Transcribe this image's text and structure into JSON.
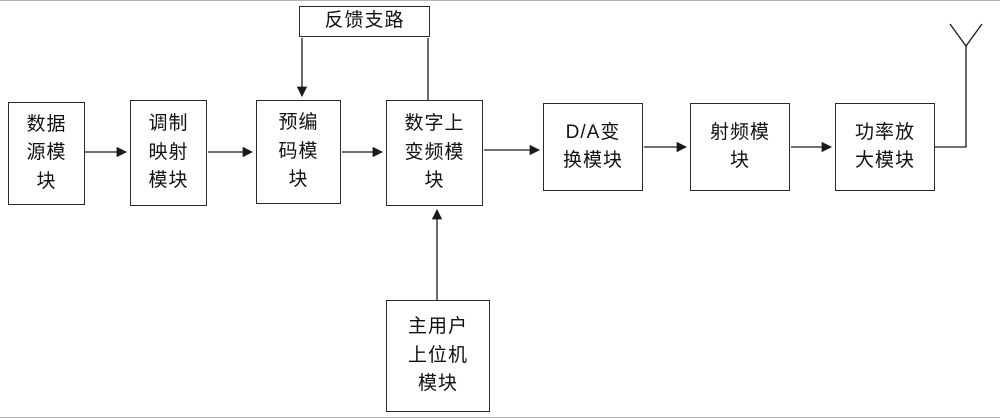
{
  "colors": {
    "line": "#1a1a1a",
    "background": "#ffffff"
  },
  "boxes": {
    "feedback_branch": {
      "label": "反馈支路"
    },
    "data_source": {
      "label": "数据\n源模\n块"
    },
    "modulation_mapping": {
      "label": "调制\n映射\n模块"
    },
    "precoding": {
      "label": "预编\n码模\n块"
    },
    "digital_upconversion": {
      "label": "数字上\n变频模\n块"
    },
    "da_conversion": {
      "label": "D/A变\n换模块"
    },
    "rf_module": {
      "label": "射频模\n块"
    },
    "power_amplifier": {
      "label": "功率放\n大模块"
    },
    "primary_user_host": {
      "label": "主用户\n上位机\n模块"
    }
  },
  "icons": {
    "antenna": "antenna-icon"
  }
}
